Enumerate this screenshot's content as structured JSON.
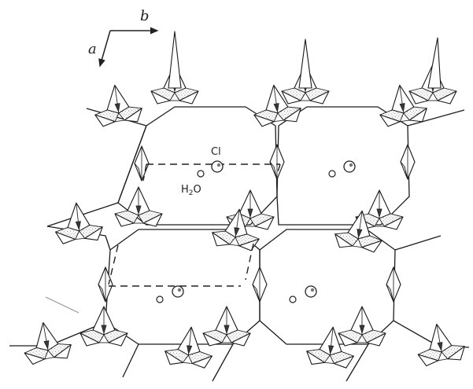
{
  "axes": {
    "a_label": "a",
    "b_label": "b"
  },
  "labels": {
    "cl": "Cl",
    "water_h": "H",
    "water_sub": "2",
    "water_o": "O"
  }
}
